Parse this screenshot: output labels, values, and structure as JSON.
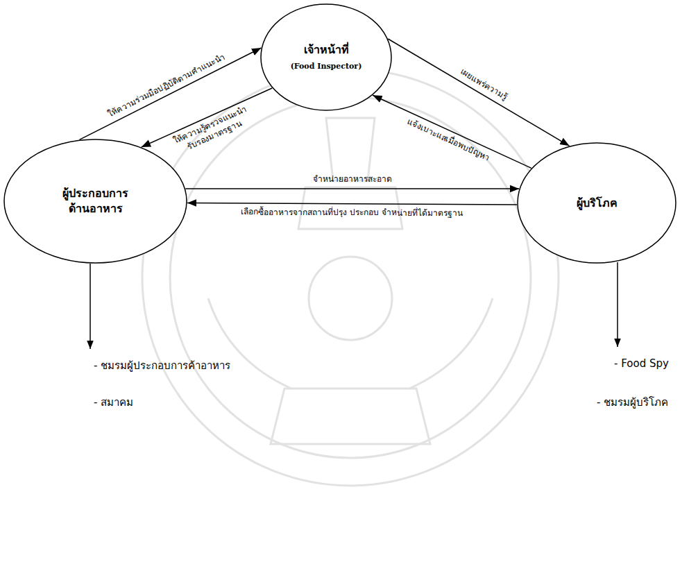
{
  "diagram": {
    "nodes": [
      {
        "text": [
          "เจ้าหน้าที่",
          "(Food Inspector)"
        ]
      },
      {
        "text": [
          "ผู้ประกอบการ ด้านอาหาร"
        ]
      },
      {
        "text": [
          "ผู้บริโภค"
        ]
      }
    ],
    "edges": [
      {
        "from": 1,
        "to": 0,
        "label": "ให้ความร่วมมือปฏิบัติตามคำแนะนำ",
        "arrow": "to"
      },
      {
        "from": 0,
        "to": 1,
        "label": "ให้ความรู้ตรวจแนะนำ รับรองมาตรฐาน",
        "arrow": "to"
      },
      {
        "from": 0,
        "to": 2,
        "label": "เผยแพร่ความรู้",
        "arrow": "to"
      },
      {
        "from": 2,
        "to": 0,
        "label": "แจ้งเบาะแสเมื่อพบปัญหา",
        "arrow": "to"
      },
      {
        "from": 1,
        "to": 2,
        "label": "จำหน่ายอาหารสะอาด",
        "arrow": "to"
      },
      {
        "from": 2,
        "to": 1,
        "label": "เลือกซื้ออาหารจากสถานที่ปรุง ประกอบ จำหน่ายที่ได้มาตรฐาน",
        "arrow": "to"
      }
    ],
    "labels": [
      "- ชมรมผู้ประกอบการค้าอาหาร",
      "- สมาคม",
      "- Food Spy",
      "- ชมรมผู้บริโภค"
    ]
  }
}
